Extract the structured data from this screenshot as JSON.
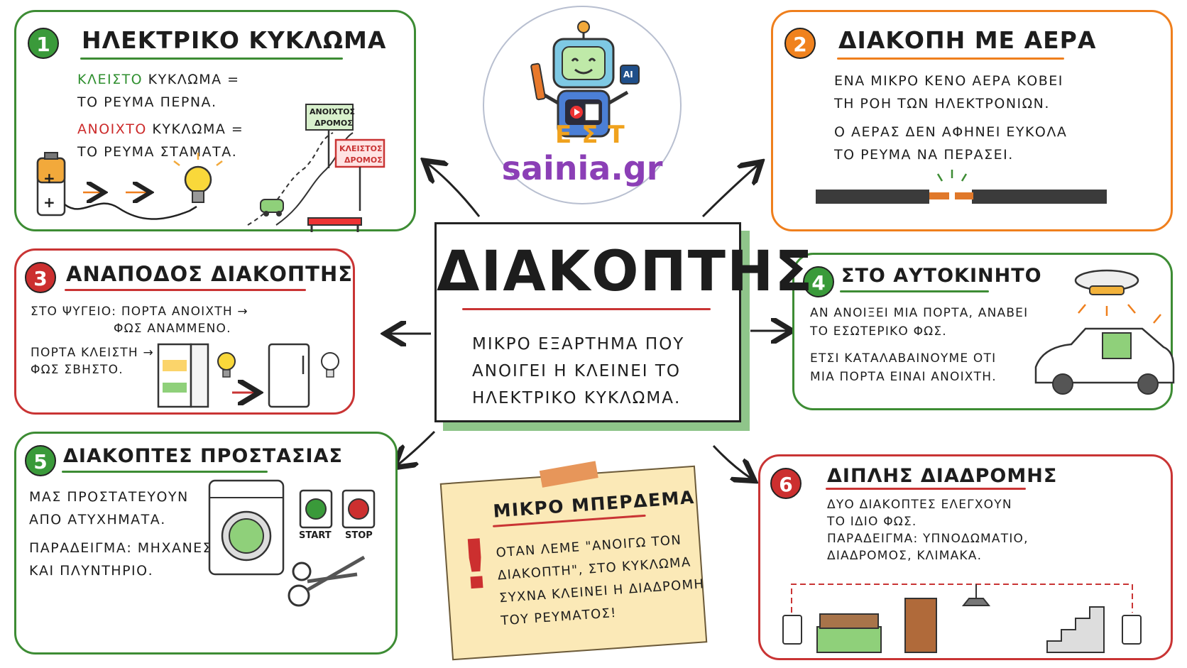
{
  "center": {
    "title": "ΔΙΑΚΟΠΤΗΣ",
    "line1": "ΜΙΚΡΟ ΕΞΑΡΤΗΜΑ ΠΟΥ",
    "line2": "ΑΝΟΙΓΕΙ Η ΚΛΕΙΝΕΙ ΤΟ",
    "line3": "ΗΛΕΚΤΡΙΚΟ ΚΥΚΛΩΜΑ."
  },
  "logo": {
    "text": "sainia.gr",
    "chip": "AI",
    "letters": "ΕΣΤ"
  },
  "card1": {
    "number": "1",
    "title": "ΗΛΕΚΤΡΙΚΟ ΚΥΚΛΩΜΑ",
    "closed_word": "ΚΛΕΙΣΤΟ",
    "closed_rest": " ΚΥΚΛΩΜΑ =",
    "closed_line2": "ΤΟ ΡΕΥΜΑ ΠΕΡΝΑ.",
    "open_word": "ΑΝΟΙΧΤΟ",
    "open_rest": " ΚΥΚΛΩΜΑ =",
    "open_line2": "ΤΟ ΡΕΥΜΑ ΣΤΑΜΑΤΑ.",
    "sign_open_1": "ΑΝΟΙΧΤΟΣ",
    "sign_open_2": "ΔΡΟΜΟΣ",
    "sign_closed_1": "ΚΛΕΙΣΤΟΣ",
    "sign_closed_2": "ΔΡΟΜΟΣ",
    "battery_plus": "+"
  },
  "card2": {
    "number": "2",
    "title": "ΔΙΑΚΟΠΗ ΜΕ ΑΕΡΑ",
    "line1": "ΕΝΑ ΜΙΚΡΟ ΚΕΝΟ ΑΕΡΑ ΚΟΒΕΙ",
    "line2": "ΤΗ ΡΟΗ ΤΩΝ ΗΛΕΚΤΡΟΝΙΩΝ.",
    "line3": "Ο ΑΕΡΑΣ ΔΕΝ ΑΦΗΝΕΙ ΕΥΚΟΛΑ",
    "line4": "ΤΟ ΡΕΥΜΑ ΝΑ ΠΕΡΑΣΕΙ."
  },
  "card3": {
    "number": "3",
    "title": "ΑΝΑΠΟΔΟΣ ΔΙΑΚΟΠΤΗΣ",
    "line1": "ΣΤΟ ΨΥΓΕΙΟ: ΠΟΡΤΑ ΑΝΟΙΧΤΗ →",
    "line2": "ΦΩΣ ΑΝΑΜΜΕΝΟ.",
    "line3": "ΠΟΡΤΑ ΚΛΕΙΣΤΗ →",
    "line4": "ΦΩΣ ΣΒΗΣΤΟ."
  },
  "card4": {
    "number": "4",
    "title": "ΣΤΟ ΑΥΤΟΚΙΝΗΤΟ",
    "line1": "ΑΝ ΑΝΟΙΞΕΙ ΜΙΑ ΠΟΡΤΑ, ΑΝΑΒΕΙ",
    "line2": "ΤΟ ΕΣΩΤΕΡΙΚΟ ΦΩΣ.",
    "line3": "ΕΤΣΙ ΚΑΤΑΛΑΒΑΙΝΟΥΜΕ ΟΤΙ",
    "line4": "ΜΙΑ ΠΟΡΤΑ ΕΙΝΑΙ ΑΝΟΙΧΤΗ."
  },
  "card5": {
    "number": "5",
    "title": "ΔΙΑΚΟΠΤΕΣ ΠΡΟΣΤΑΣΙΑΣ",
    "line1": "ΜΑΣ ΠΡΟΣΤΑΤΕΥΟΥΝ",
    "line2": "ΑΠΟ ΑΤΥΧΗΜΑΤΑ.",
    "line3": "ΠΑΡΑΔΕΙΓΜΑ: ΜΗΧΑΝΕΣ",
    "line4": "ΚΑΙ ΠΛΥΝΤΗΡΙΟ.",
    "start_label": "START",
    "stop_label": "STOP"
  },
  "card6": {
    "number": "6",
    "title": "ΔΙΠΛΗΣ ΔΙΑΔΡΟΜΗΣ",
    "line1": "ΔΥΟ ΔΙΑΚΟΠΤΕΣ ΕΛΕΓΧΟΥΝ",
    "line2": "ΤΟ ΙΔΙΟ ΦΩΣ.",
    "line3": "ΠΑΡΑΔΕΙΓΜΑ: ΥΠΝΟΔΩΜΑΤΙΟ,",
    "line4": "ΔΙΑΔΡΟΜΟΣ, ΚΛΙΜΑΚΑ."
  },
  "note": {
    "title": "ΜΙΚΡΟ ΜΠΕΡΔΕΜΑ",
    "line1": "ΟΤΑΝ ΛΕΜΕ \"ΑΝΟΙΓΩ ΤΟΝ",
    "line2": "ΔΙΑΚΟΠΤΗ\", ΣΤΟ ΚΥΚΛΩΜΑ",
    "line3": "ΣΥΧΝΑ ΚΛΕΙΝΕΙ Η ΔΙΑΔΡΟΜΗ",
    "line4": "ΤΟΥ ΡΕΥΜΑΤΟΣ!",
    "exclamation": "!"
  },
  "colors": {
    "green": "#3d8c34",
    "orange": "#ef7f1d",
    "red": "#c93434",
    "note_bg": "#fbe9b7",
    "logo_purple": "#8b3fb6"
  }
}
